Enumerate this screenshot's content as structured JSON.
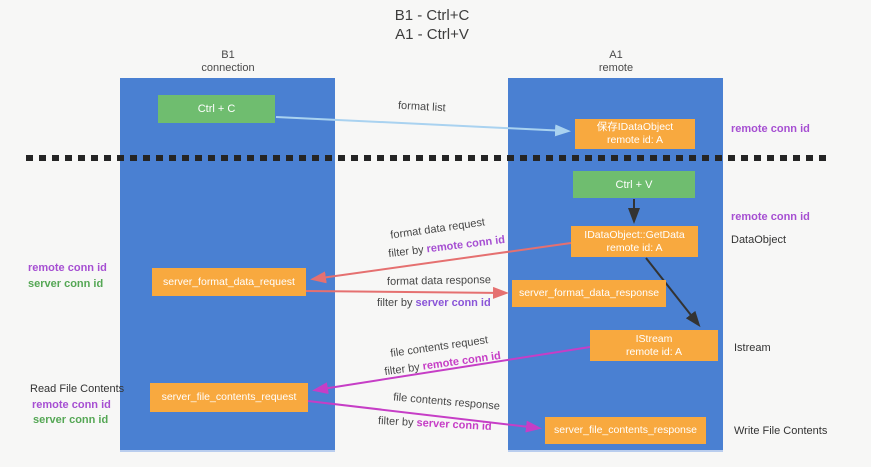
{
  "title": {
    "line1": "B1 - Ctrl+C",
    "line2": "A1 - Ctrl+V"
  },
  "columns": {
    "left": {
      "name": "B1",
      "role": "connection"
    },
    "right": {
      "name": "A1",
      "role": "remote"
    }
  },
  "boxes": {
    "ctrl_c": {
      "label": "Ctrl + C"
    },
    "save_idataobject": {
      "line1": "保存IDataObject",
      "line2": "remote id: A"
    },
    "ctrl_v": {
      "label": "Ctrl + V"
    },
    "getdata": {
      "line1": "IDataObject::GetData",
      "line2": "remote id: A"
    },
    "format_request": {
      "label": "server_format_data_request"
    },
    "format_response": {
      "label": "server_format_data_response"
    },
    "istream": {
      "line1": "IStream",
      "line2": "remote id: A"
    },
    "file_request": {
      "label": "server_file_contents_request"
    },
    "file_response": {
      "label": "server_file_contents_response"
    }
  },
  "arrow_labels": {
    "format_list": "format list",
    "format_data_request": "format data request",
    "format_data_response": "format data response",
    "file_contents_request": "file contents request",
    "file_contents_response": "file contents response",
    "filter_prefix": "filter by ",
    "remote_conn_id": "remote conn id",
    "server_conn_id": "server conn id"
  },
  "side_labels": {
    "right_top_remote_conn_id": "remote conn id",
    "right_mid_remote_conn_id": "remote conn id",
    "dataobject": "DataObject",
    "istream": "Istream",
    "write_file_contents": "Write File Contents",
    "left_remote_conn_id": "remote conn id",
    "left_server_conn_id": "server conn id",
    "read_file_contents": "Read File Contents",
    "left_remote_conn_id_2": "remote conn id",
    "left_server_conn_id_2": "server conn id"
  },
  "colors": {
    "blue": "#4a80d2",
    "green": "#6fbd6f",
    "orange": "#f8a93f",
    "purple": "#a64fd2",
    "lgreen": "#55a755",
    "violet": "#8a55d8",
    "magenta": "#c63ec6",
    "salmon": "#e57070",
    "skyblue": "#a9d2f0",
    "black_arrow": "#333333",
    "bg": "#f7f7f6"
  }
}
